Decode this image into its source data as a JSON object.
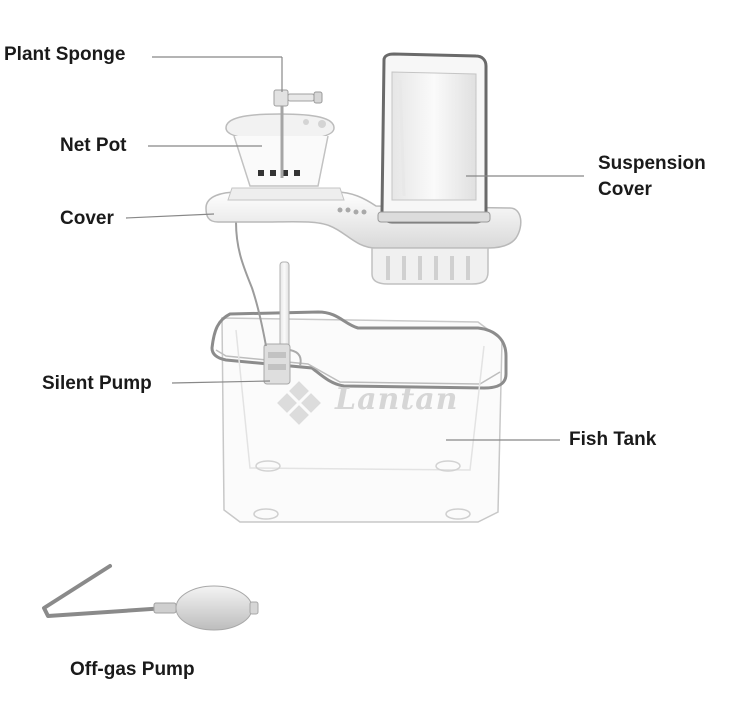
{
  "labels": {
    "plant_sponge": "Plant Sponge",
    "net_pot": "Net Pot",
    "cover": "Cover",
    "suspension_cover_line1": "Suspension",
    "suspension_cover_line2": "Cover",
    "silent_pump": "Silent Pump",
    "fish_tank": "Fish Tank",
    "off_gas_pump": "Off-gas Pump"
  },
  "watermark": "Lantan",
  "colors": {
    "background": "#ffffff",
    "label_text": "#1a1a1a",
    "leader_line": "#888888",
    "tank_edge": "#9a9a9a",
    "plastic_white": "#f2f2f2",
    "watermark": "#d6d6d6"
  }
}
